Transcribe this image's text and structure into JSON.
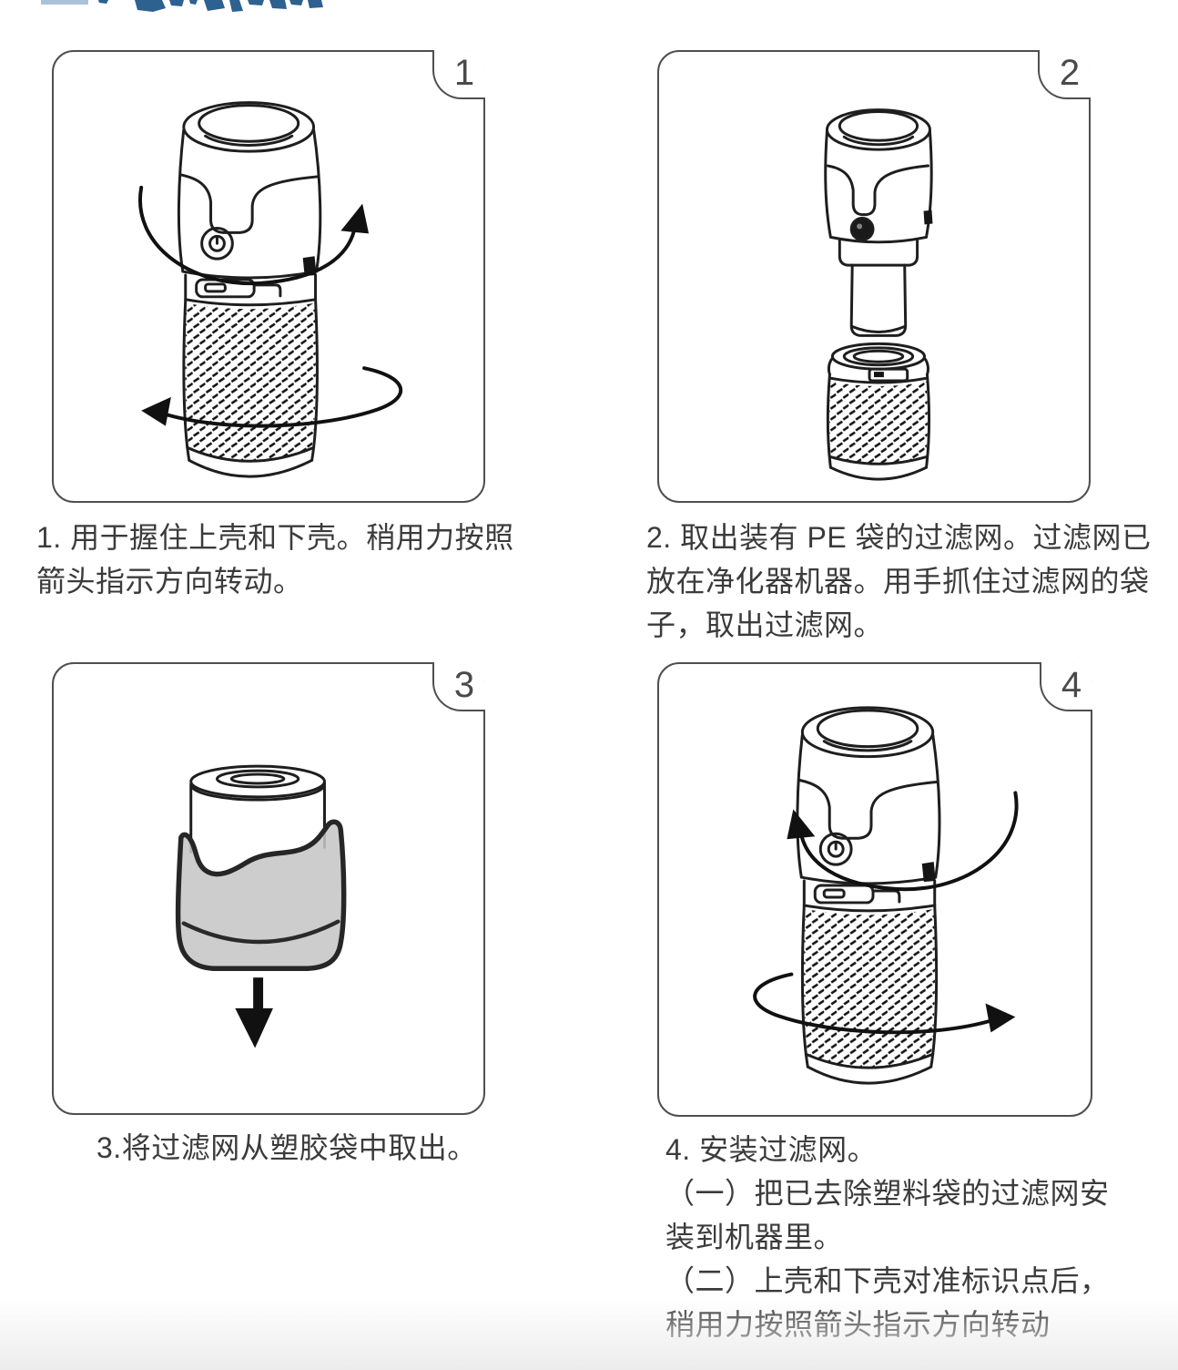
{
  "page": {
    "background": "#ffffff",
    "bottom_fade_color": "#ececec",
    "text_color": "#3b3b3b",
    "panel_border_color": "#4f4f4f",
    "line_art_color": "#1e1e1e"
  },
  "heading": {
    "clipped": true,
    "light_bar_color": "#aac3da",
    "glyph_color": "#2d6190"
  },
  "steps": [
    {
      "number": "1",
      "caption": "1. 用于握住上壳和下壳。稍用力按照\n箭头指示方向转动。",
      "illustration": "purifier-assembled-rotation-arrows"
    },
    {
      "number": "2",
      "caption": "2. 取出装有 PE 袋的过滤网。过滤网已\n放在净化器机器。用手抓住过滤网的袋\n子，取出过滤网。",
      "illustration": "purifier-upper-unit-lifted-off-filter"
    },
    {
      "number": "3",
      "caption": "3.将过滤网从塑胶袋中取出。",
      "illustration": "filter-in-plastic-bag-arrow-down"
    },
    {
      "number": "4",
      "caption": "4. 安装过滤网。\n（一）把已去除塑料袋的过滤网安\n装到机器里。\n（二）上壳和下壳对准标识点后，\n稍用力按照箭头指示方向转动",
      "illustration": "purifier-assembled-rotation-arrows-reverse"
    }
  ]
}
